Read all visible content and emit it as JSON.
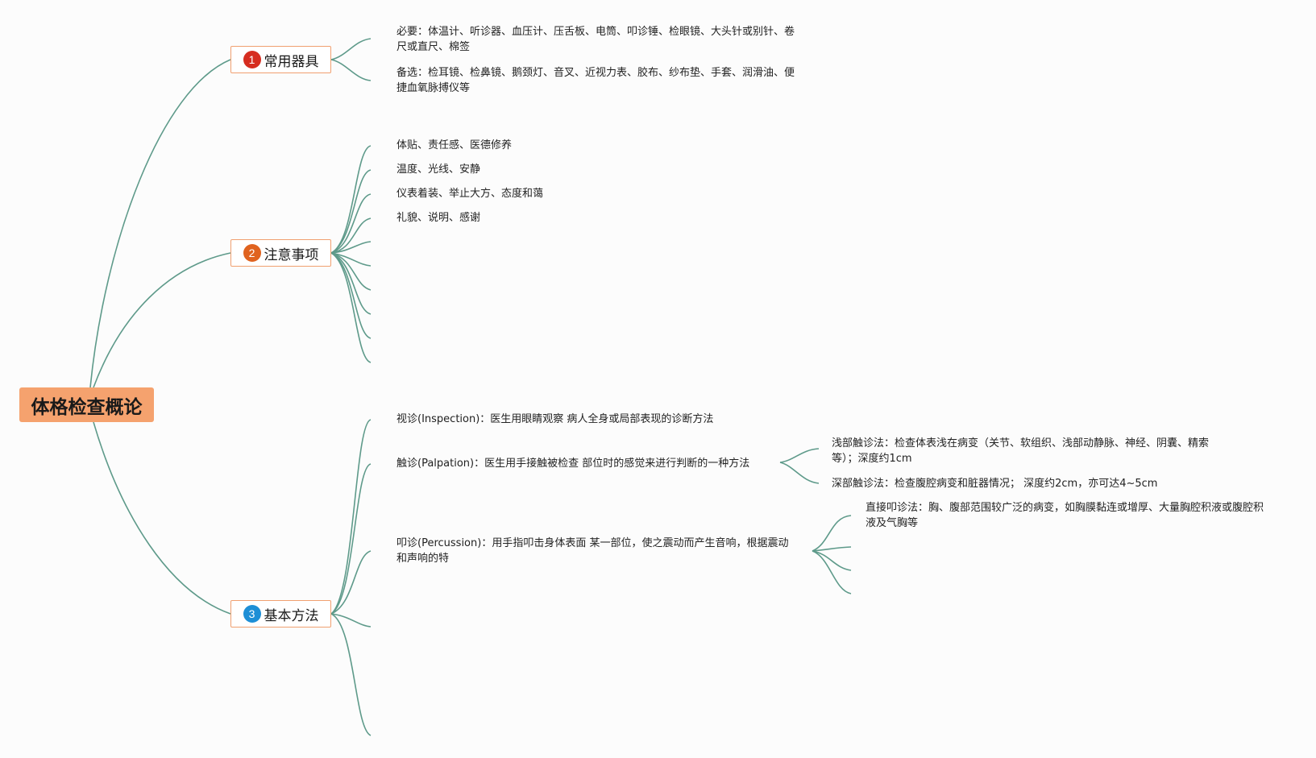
{
  "root": {
    "label": "体格检查概论",
    "color": "#f5a26e"
  },
  "branches": [
    {
      "number": "1",
      "badge_color": "#d62d20",
      "label": "常用器具",
      "items": [
        "必要：体温计、听诊器、血压计、压舌板、电筒、叩诊锤、检眼镜、大头针或别针、卷尺或直尺、棉签",
        "备选：检耳镜、检鼻镜、鹅颈灯、音叉、近视力表、胶布、纱布垫、手套、润滑油、便捷血氧脉搏仪等"
      ]
    },
    {
      "number": "2",
      "badge_color": "#e0631f",
      "label": "注意事项",
      "items": [
        "体贴、责任感、医德修养",
        "温度、光线、安静",
        "仪表着装、举止大方、态度和蔼",
        "礼貌、说明、感谢"
      ]
    },
    {
      "number": "3",
      "badge_color": "#1e8fd6",
      "label": "基本方法",
      "items": [
        "视诊(Inspection)：医生用眼睛观察 病人全身或局部表现的诊断方法",
        "触诊(Palpation)：医生用手接触被检查 部位时的感觉来进行判断的一种方法",
        "叩诊(Percussion)：用手指叩击身体表面 某一部位，使之震动而产生音响，根据震动 和声响的特"
      ],
      "palpation_sub": [
        "浅部触诊法：检查体表浅在病变（关节、软组织、浅部动静脉、神经、阴囊、精索等）；深度约1cm",
        "深部触诊法：检查腹腔病变和脏器情况； 深度约2cm，亦可达4~5cm"
      ],
      "percussion_sub": [
        "直接叩诊法：胸、腹部范围较广泛的病变，如胸膜黏连或增厚、大量胸腔积液或腹腔积液及气胸等"
      ]
    }
  ],
  "colors": {
    "connector": "#5e9a8a",
    "branch_border": "#f0a070",
    "background": "#fcfcfc"
  }
}
